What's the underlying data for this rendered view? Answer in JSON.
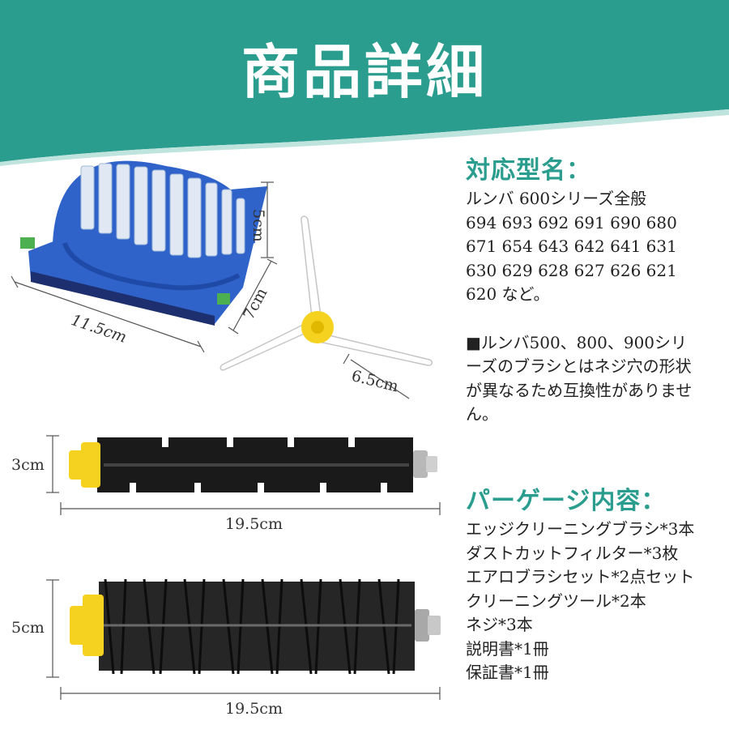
{
  "banner": {
    "title": "商品詳細"
  },
  "product_dims": {
    "filter_height": "5cm",
    "filter_depth": "7cm",
    "filter_width": "11.5cm",
    "side_brush": "6.5cm",
    "bristle_roller_height": "3cm",
    "bristle_roller_length": "19.5cm",
    "beater_roller_height": "5cm",
    "beater_roller_length": "19.5cm"
  },
  "compatible": {
    "heading": "対応型名：",
    "lines": [
      "ルンバ 600シリーズ全般",
      "694 693 692 691 690 680",
      "671 654 643 642 641 631",
      "630 629 628 627 626 621",
      "620 など。"
    ],
    "note": [
      "■ルンバ500、800、900シリ",
      "ーズのブラシとはネジ穴の形状",
      "が異なるため互換性がありませ",
      "ん。"
    ]
  },
  "package": {
    "heading": "パーゲージ内容：",
    "items": [
      "エッジクリーニングブラシ*3本",
      "ダストカットフィルター*3枚",
      "エアロブラシセット*2点セット",
      "クリーニングツール*2本",
      "ネジ*3本",
      "説明書*1冊",
      "保証書*1冊"
    ]
  },
  "colors": {
    "teal": "#2a9d8f",
    "filter_blue": "#2f63c9",
    "yellow": "#f5d21f"
  }
}
